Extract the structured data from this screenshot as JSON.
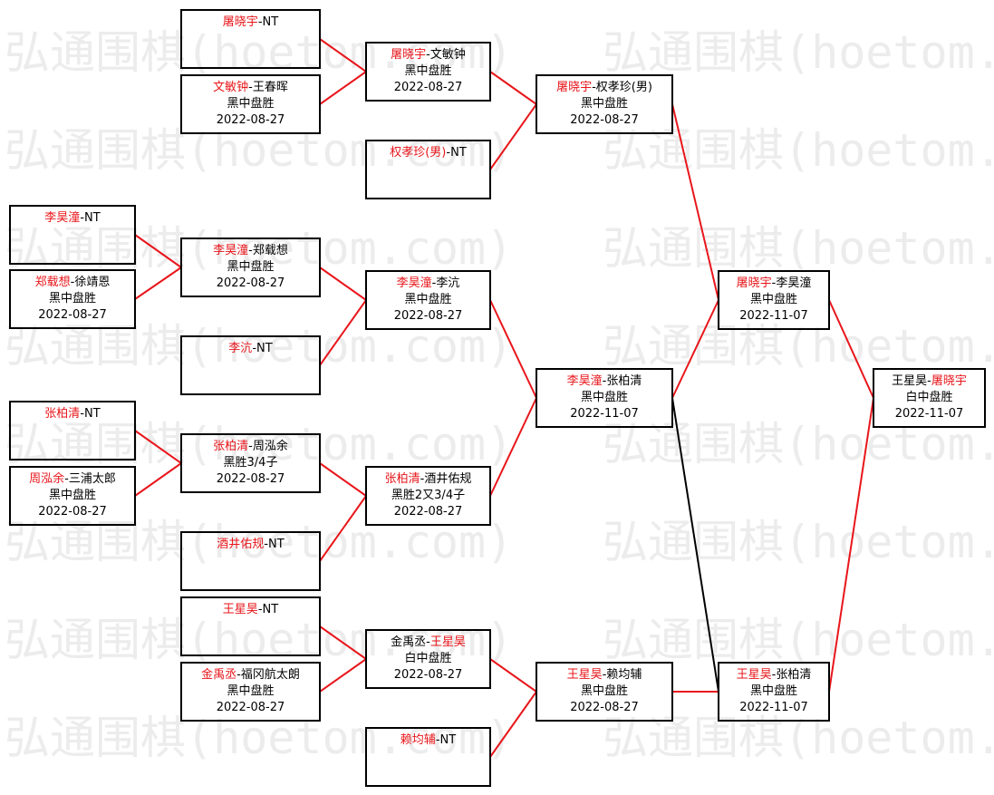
{
  "watermark": "弘通围棋(hoetom.com)",
  "colors": {
    "win_line": "#e8161b",
    "loss_line": "#000000",
    "winner_text": "#e8161b"
  },
  "matches": [
    {
      "id": "r1-1",
      "p1": "屠晓宇",
      "p2": "NT",
      "winner": 1,
      "result": "",
      "date": ""
    },
    {
      "id": "r1-2",
      "p1": "文敏钟",
      "p2": "王春晖",
      "winner": 1,
      "result": "黑中盘胜",
      "date": "2022-08-27"
    },
    {
      "id": "r1-3",
      "p1": "李昊潼",
      "p2": "NT",
      "winner": 1,
      "result": "",
      "date": ""
    },
    {
      "id": "r1-4",
      "p1": "郑载想",
      "p2": "徐靖恩",
      "winner": 1,
      "result": "黑中盘胜",
      "date": "2022-08-27"
    },
    {
      "id": "r1-5",
      "p1": "张柏清",
      "p2": "NT",
      "winner": 1,
      "result": "",
      "date": ""
    },
    {
      "id": "r1-6",
      "p1": "周泓余",
      "p2": "三浦太郎",
      "winner": 1,
      "result": "黑中盘胜",
      "date": "2022-08-27"
    },
    {
      "id": "r2-1",
      "p1": "李昊潼",
      "p2": "郑载想",
      "winner": 1,
      "result": "黑中盘胜",
      "date": "2022-08-27"
    },
    {
      "id": "r2-2",
      "p1": "李沆",
      "p2": "NT",
      "winner": 1,
      "result": "",
      "date": ""
    },
    {
      "id": "r2-3",
      "p1": "张柏清",
      "p2": "周泓余",
      "winner": 1,
      "result": "黑胜3/4子",
      "date": "2022-08-27"
    },
    {
      "id": "r2-4",
      "p1": "酒井佑规",
      "p2": "NT",
      "winner": 1,
      "result": "",
      "date": ""
    },
    {
      "id": "r2-5",
      "p1": "王星昊",
      "p2": "NT",
      "winner": 1,
      "result": "",
      "date": ""
    },
    {
      "id": "r2-6",
      "p1": "金禹丞",
      "p2": "福冈航太朗",
      "winner": 1,
      "result": "黑中盘胜",
      "date": "2022-08-27"
    },
    {
      "id": "r3-1",
      "p1": "屠晓宇",
      "p2": "文敏钟",
      "winner": 1,
      "result": "黑中盘胜",
      "date": "2022-08-27"
    },
    {
      "id": "r3-2",
      "p1": "权孝珍(男)",
      "p2": "NT",
      "winner": 1,
      "result": "",
      "date": ""
    },
    {
      "id": "r3-3",
      "p1": "李昊潼",
      "p2": "李沆",
      "winner": 1,
      "result": "黑中盘胜",
      "date": "2022-08-27"
    },
    {
      "id": "r3-4",
      "p1": "张柏清",
      "p2": "酒井佑规",
      "winner": 1,
      "result": "黑胜2又3/4子",
      "date": "2022-08-27"
    },
    {
      "id": "r3-5",
      "p1": "金禹丞",
      "p2": "王星昊",
      "winner": 2,
      "result": "白中盘胜",
      "date": "2022-08-27"
    },
    {
      "id": "r3-6",
      "p1": "赖均辅",
      "p2": "NT",
      "winner": 1,
      "result": "",
      "date": ""
    },
    {
      "id": "r4-1",
      "p1": "屠晓宇",
      "p2": "权孝珍(男)",
      "winner": 1,
      "result": "黑中盘胜",
      "date": "2022-08-27"
    },
    {
      "id": "r4-2",
      "p1": "李昊潼",
      "p2": "张柏清",
      "winner": 1,
      "result": "黑中盘胜",
      "date": "2022-11-07"
    },
    {
      "id": "r4-3",
      "p1": "王星昊",
      "p2": "赖均辅",
      "winner": 1,
      "result": "黑中盘胜",
      "date": "2022-08-27"
    },
    {
      "id": "r5-1",
      "p1": "屠晓宇",
      "p2": "李昊潼",
      "winner": 1,
      "result": "黑中盘胜",
      "date": "2022-11-07"
    },
    {
      "id": "r5-2",
      "p1": "王星昊",
      "p2": "张柏清",
      "winner": 1,
      "result": "黑中盘胜",
      "date": "2022-11-07"
    },
    {
      "id": "final",
      "p1": "王星昊",
      "p2": "屠晓宇",
      "winner": 2,
      "result": "白中盘胜",
      "date": "2022-11-07"
    }
  ],
  "connections": [
    {
      "from": "r1-1",
      "to": "r3-1",
      "type": "win"
    },
    {
      "from": "r1-2",
      "to": "r3-1",
      "type": "win"
    },
    {
      "from": "r1-3",
      "to": "r2-1",
      "type": "win"
    },
    {
      "from": "r1-4",
      "to": "r2-1",
      "type": "win"
    },
    {
      "from": "r1-5",
      "to": "r2-3",
      "type": "win"
    },
    {
      "from": "r1-6",
      "to": "r2-3",
      "type": "win"
    },
    {
      "from": "r2-1",
      "to": "r3-3",
      "type": "win"
    },
    {
      "from": "r2-2",
      "to": "r3-3",
      "type": "win"
    },
    {
      "from": "r2-3",
      "to": "r3-4",
      "type": "win"
    },
    {
      "from": "r2-4",
      "to": "r3-4",
      "type": "win"
    },
    {
      "from": "r2-5",
      "to": "r3-5",
      "type": "win"
    },
    {
      "from": "r2-6",
      "to": "r3-5",
      "type": "win"
    },
    {
      "from": "r3-1",
      "to": "r4-1",
      "type": "win"
    },
    {
      "from": "r3-2",
      "to": "r4-1",
      "type": "win"
    },
    {
      "from": "r3-3",
      "to": "r4-2",
      "type": "win"
    },
    {
      "from": "r3-4",
      "to": "r4-2",
      "type": "win"
    },
    {
      "from": "r3-5",
      "to": "r4-3",
      "type": "win"
    },
    {
      "from": "r3-6",
      "to": "r4-3",
      "type": "win"
    },
    {
      "from": "r4-1",
      "to": "r5-1",
      "type": "win"
    },
    {
      "from": "r4-2",
      "to": "r5-1",
      "type": "win"
    },
    {
      "from": "r4-2",
      "to": "r5-2",
      "type": "loss"
    },
    {
      "from": "r4-3",
      "to": "r5-2",
      "type": "win"
    },
    {
      "from": "r5-1",
      "to": "final",
      "type": "win"
    },
    {
      "from": "r5-2",
      "to": "final",
      "type": "win"
    }
  ]
}
